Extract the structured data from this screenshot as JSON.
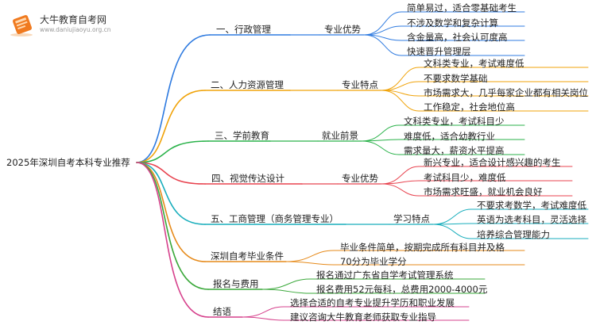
{
  "brand": {
    "name": "大牛教育自考网",
    "url": "www.daniujiaoyu.org.cn"
  },
  "root": "2025年深圳自考本科专业推荐",
  "branches": [
    {
      "label": "一、行政管理",
      "color": "#2f7be0",
      "sub": "专业优势",
      "leaves": [
        "简单易过，适合零基础考生",
        "不涉及数学和复杂计算",
        "含金量高，社会认可度高",
        "快速晋升管理层"
      ]
    },
    {
      "label": "二、人力资源管理",
      "color": "#f0a30a",
      "sub": "专业特点",
      "leaves": [
        "文科类专业，考试难度低",
        "不要求数学基础",
        "市场需求大，几乎每家企业都有相关岗位",
        "工作稳定，社会地位高"
      ]
    },
    {
      "label": "三、学前教育",
      "color": "#2ab24a",
      "sub": "就业前景",
      "leaves": [
        "文科类专业，考试科目少",
        "难度低，适合幼教行业",
        "需求量大，薪资水平提高"
      ]
    },
    {
      "label": "四、视觉传达设计",
      "color": "#e8434f",
      "sub": "专业优势",
      "leaves": [
        "新兴专业，适合设计感兴趣的考生",
        "考试科目少，难度低",
        "市场需求旺盛，就业机会良好"
      ]
    },
    {
      "label": "五、工商管理（商务管理专业）",
      "color": "#19aebc",
      "sub": "学习特点",
      "leaves": [
        "不要求考数学，考试难度低",
        "英语为选考科目，灵活选择",
        "培养综合管理能力"
      ]
    },
    {
      "label": "深圳自考毕业条件",
      "color": "#e68a1a",
      "sub": "",
      "leaves": [
        "毕业条件简单，按期完成所有科目并及格",
        "70分为毕业学分"
      ]
    },
    {
      "label": "报名与费用",
      "color": "#3aa83a",
      "sub": "",
      "leaves": [
        "报名通过广东省自学考试管理系统",
        "报名费用52元每科，总费用2000-4000元"
      ]
    },
    {
      "label": "结语",
      "color": "#d6418c",
      "sub": "",
      "leaves": [
        "选择合适的自考专业提升学历和职业发展",
        "建议咨询大牛教育老师获取专业指导"
      ]
    }
  ]
}
